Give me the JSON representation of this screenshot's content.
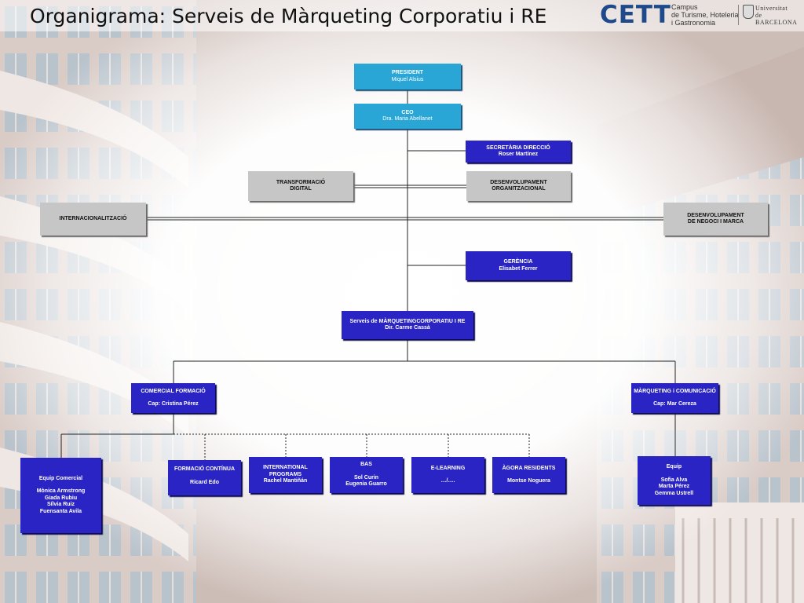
{
  "title": "Organigrama: Serveis de Màrqueting Corporatiu i RE",
  "logos": {
    "cett": "CETT",
    "campus": [
      "Campus",
      "de Turisme, Hoteleria",
      "i Gastronomia"
    ],
    "university": [
      "Universitat",
      "de BARCELONA"
    ]
  },
  "colors": {
    "cyan_box": "#29a6d6",
    "blue_box": "#2a24c4",
    "grey_box": "#c6c6c6"
  },
  "boxes": {
    "president": {
      "title": "PRESIDENT",
      "name": "Miquel Alsius"
    },
    "ceo": {
      "title": "CEO",
      "name": "Dra. Maria Abellanet"
    },
    "secretaria": {
      "title": "SECRETÀRIA DIRECCIÓ",
      "name": "Roser Martínez"
    },
    "transformacio": {
      "line1": "TRANSFORMACIÓ",
      "line2": "DIGITAL"
    },
    "desenvolupament_org": {
      "line1": "DESENVOLUPAMENT",
      "line2": "ORGANITZACIONAL"
    },
    "internacionalitzacio": {
      "line1": "INTERNACIONALITZACIÓ"
    },
    "desenvolupament_negoci": {
      "line1": "DESENVOLUPAMENT",
      "line2": "DE NEGOCI I MARCA"
    },
    "gerencia": {
      "title": "GERÈNCIA",
      "name": "Elisabet Ferrer"
    },
    "serveis_marqueting": {
      "title": "Serveis de MÀRQUETINGCORPORATIU I RE",
      "name": "Dir. Carme Cassà"
    },
    "comercial_formacio": {
      "title": "COMERCIAL FORMACIÓ",
      "name": "Cap: Cristina Pérez"
    },
    "marqueting_comunicacio": {
      "title": "MÀRQUETING i COMUNICACIÓ",
      "name": "Cap: Mar Cereza"
    },
    "equip_comercial": {
      "title": "Equip Comercial",
      "members": [
        "Mònica Armstrong",
        "Giada Rubiu",
        "Sílvia Ruiz",
        "Fuensanta Avila"
      ]
    },
    "formacio_continua": {
      "title": "FORMACIÓ CONTÍNUA",
      "name": "Ricard Edo"
    },
    "international_programs": {
      "line1": "INTERNATIONAL",
      "line2": "PROGRAMS",
      "name": "Rachel Mantiñán"
    },
    "bas": {
      "title": "BAS",
      "name1": "Sol Curin",
      "name2": "Eugenia Guarro"
    },
    "elearning": {
      "title": "E-LEARNING",
      "name": "…/…."
    },
    "agora": {
      "title": "ÀGORA RESIDENTS",
      "name": "Montse Noguera"
    },
    "equip": {
      "title": "Equip",
      "members": [
        "Sofia Alva",
        "Marta Pérez",
        "Gemma Ustrell"
      ]
    }
  }
}
